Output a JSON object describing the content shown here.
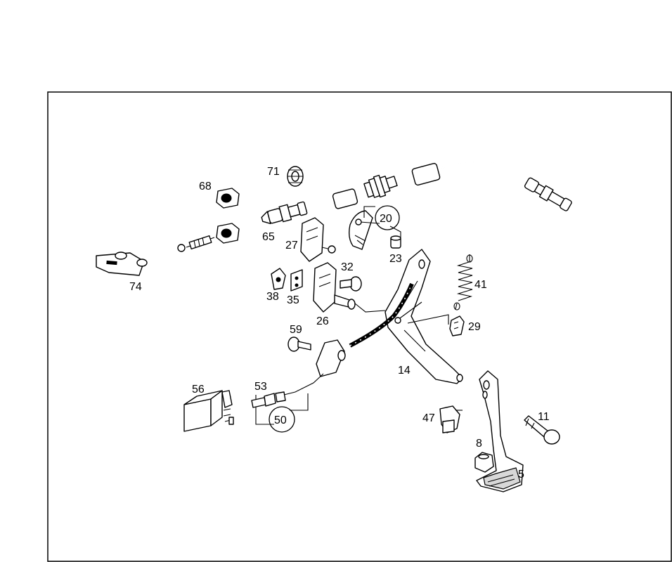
{
  "diagram": {
    "part_labels": [
      "71",
      "68",
      "65",
      "20",
      "27",
      "23",
      "74",
      "32",
      "41",
      "38",
      "35",
      "26",
      "29",
      "59",
      "14",
      "56",
      "53",
      "50",
      "11",
      "47",
      "8",
      "5"
    ],
    "circled_labels": [
      "20",
      "50"
    ]
  }
}
